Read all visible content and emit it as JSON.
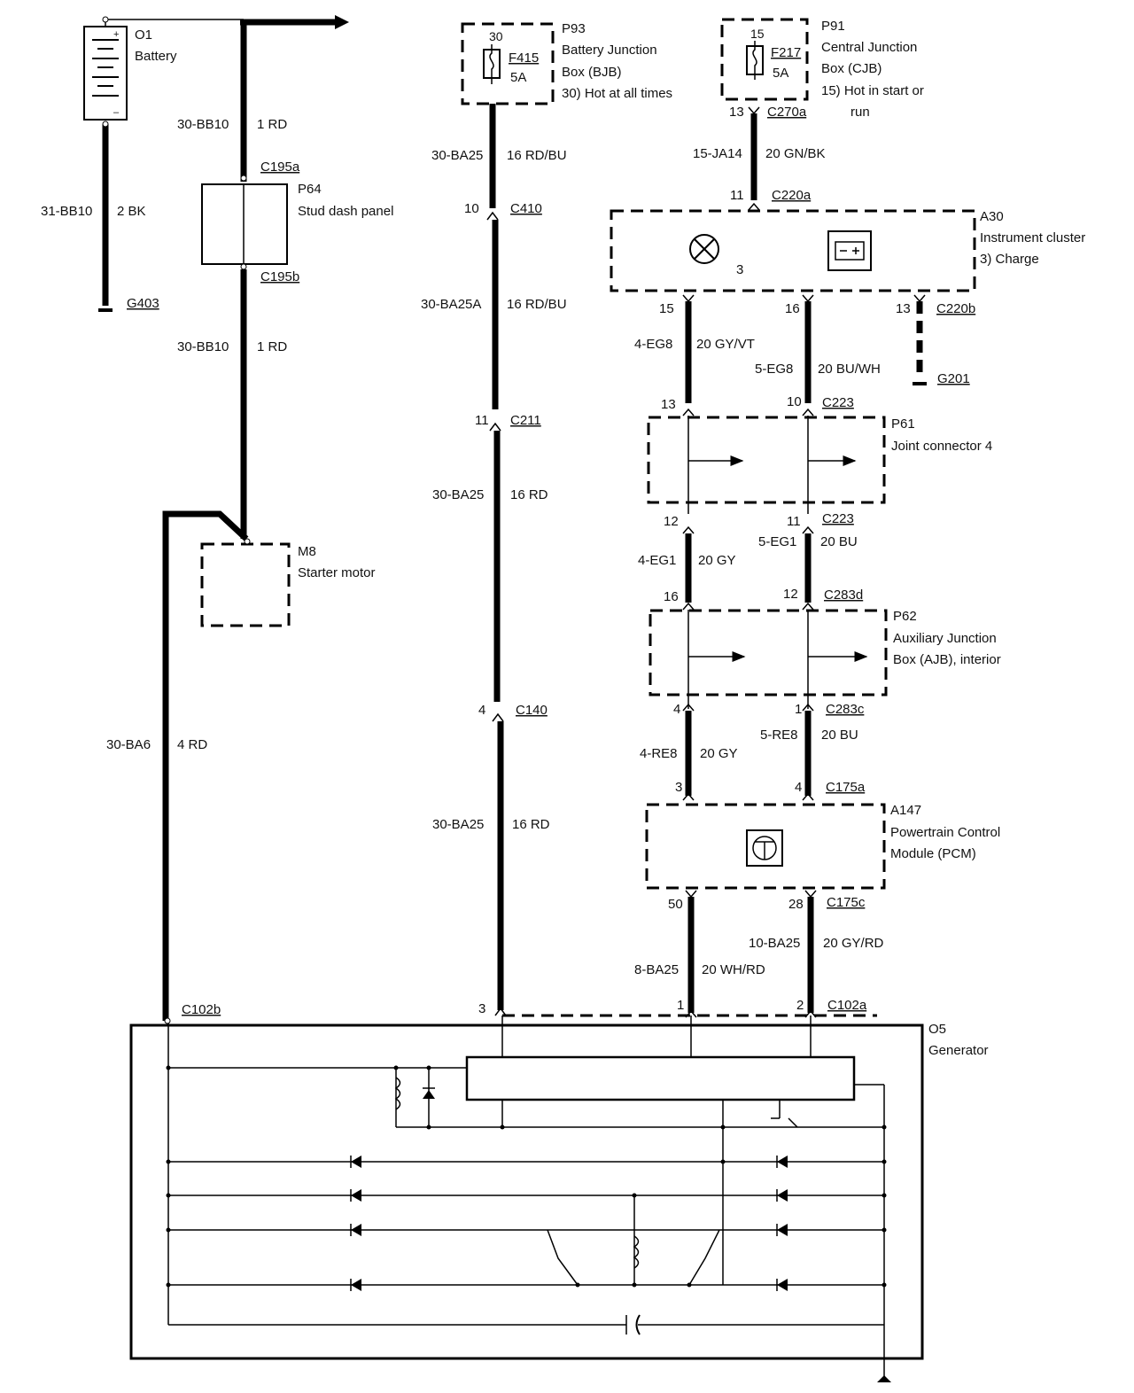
{
  "components": {
    "battery": {
      "id": "O1",
      "name": "Battery"
    },
    "stud": {
      "id": "P64",
      "name": "Stud dash panel",
      "conn_top": "C195a",
      "conn_bot": "C195b"
    },
    "starter": {
      "id": "M8",
      "name": "Starter motor"
    },
    "bjb": {
      "id": "P93",
      "line1": "Battery Junction",
      "line2": "Box (BJB)",
      "line3": "30)  Hot at all times",
      "fuse": "F415",
      "amp": "5A",
      "pin": "30"
    },
    "cjb": {
      "id": "P91",
      "line1": "Central Junction",
      "line2": "Box (CJB)",
      "line3": "15)  Hot in start or",
      "line4": "run",
      "fuse": "F217",
      "amp": "5A",
      "pin": "15"
    },
    "cluster": {
      "id": "A30",
      "name": "Instrument cluster",
      "note": "3)     Charge",
      "pin": "3"
    },
    "jc4": {
      "id": "P61",
      "name": "Joint connector 4"
    },
    "ajb": {
      "id": "P62",
      "line1": "Auxiliary Junction",
      "line2": "Box (AJB), interior"
    },
    "pcm": {
      "id": "A147",
      "line1": "Powertrain Control",
      "line2": "Module (PCM)"
    },
    "generator": {
      "id": "O5",
      "name": "Generator"
    }
  },
  "grounds": {
    "g403": "G403",
    "g201": "G201"
  },
  "connectors": {
    "c270a": "C270a",
    "c220a": "C220a",
    "c220b": "C220b",
    "c410": "C410",
    "c211": "C211",
    "c140": "C140",
    "c223_top": "C223",
    "c223_bot": "C223",
    "c283d": "C283d",
    "c283c": "C283c",
    "c175a": "C175a",
    "c175c": "C175c",
    "c102a": "C102a",
    "c102b": "C102b"
  },
  "pins": {
    "c270a": "13",
    "c220a": "11",
    "c410": "10",
    "c211": "11",
    "c140": "4",
    "c102b_3": "3",
    "cl15": "15",
    "cl16": "16",
    "cl13": "13",
    "jc13": "13",
    "jc10": "10",
    "jc12": "12",
    "jc11": "11",
    "ajb16": "16",
    "ajb12": "12",
    "ajb4": "4",
    "ajb1": "1",
    "pcm3": "3",
    "pcm4": "4",
    "pcm50": "50",
    "pcm28": "28",
    "gen1": "1",
    "gen2": "2"
  },
  "wires": {
    "w_bb10_a": {
      "circuit": "30-BB10",
      "spec": "1 RD"
    },
    "w_bb10_b": {
      "circuit": "30-BB10",
      "spec": "1 RD"
    },
    "w_bb10_gnd": {
      "circuit": "31-BB10",
      "spec": "2 BK"
    },
    "w_ba6": {
      "circuit": "30-BA6",
      "spec": "4 RD"
    },
    "w_ba25_1": {
      "circuit": "30-BA25",
      "spec": "16 RD/BU"
    },
    "w_ba25a": {
      "circuit": "30-BA25A",
      "spec": "16 RD/BU"
    },
    "w_ba25_2": {
      "circuit": "30-BA25",
      "spec": "16 RD"
    },
    "w_ba25_3": {
      "circuit": "30-BA25",
      "spec": "16 RD"
    },
    "w_ja14": {
      "circuit": "15-JA14",
      "spec": "20 GN/BK"
    },
    "w_eg8_4": {
      "circuit": "4-EG8",
      "spec": "20 GY/VT"
    },
    "w_eg8_5": {
      "circuit": "5-EG8",
      "spec": "20 BU/WH"
    },
    "w_eg1_4": {
      "circuit": "4-EG1",
      "spec": "20 GY"
    },
    "w_eg1_5": {
      "circuit": "5-EG1",
      "spec": "20 BU"
    },
    "w_re8_4": {
      "circuit": "4-RE8",
      "spec": "20 GY"
    },
    "w_re8_5": {
      "circuit": "5-RE8",
      "spec": "20 BU"
    },
    "w_ba25_8": {
      "circuit": "8-BA25",
      "spec": "20 WH/RD"
    },
    "w_ba25_10": {
      "circuit": "10-BA25",
      "spec": "20 GY/RD"
    }
  }
}
